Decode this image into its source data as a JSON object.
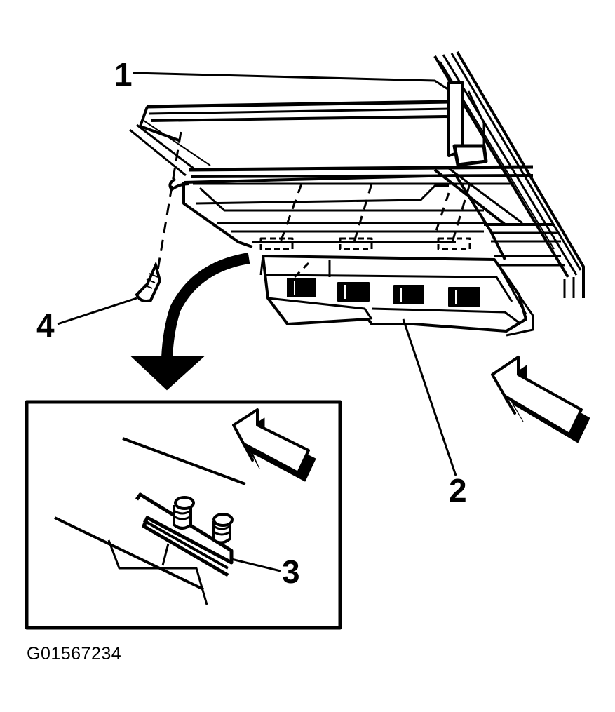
{
  "callouts": {
    "c1": "1",
    "c2": "2",
    "c3": "3",
    "c4": "4"
  },
  "figure_id": "G01567234",
  "colors": {
    "ink": "#000000",
    "paper": "#ffffff"
  }
}
